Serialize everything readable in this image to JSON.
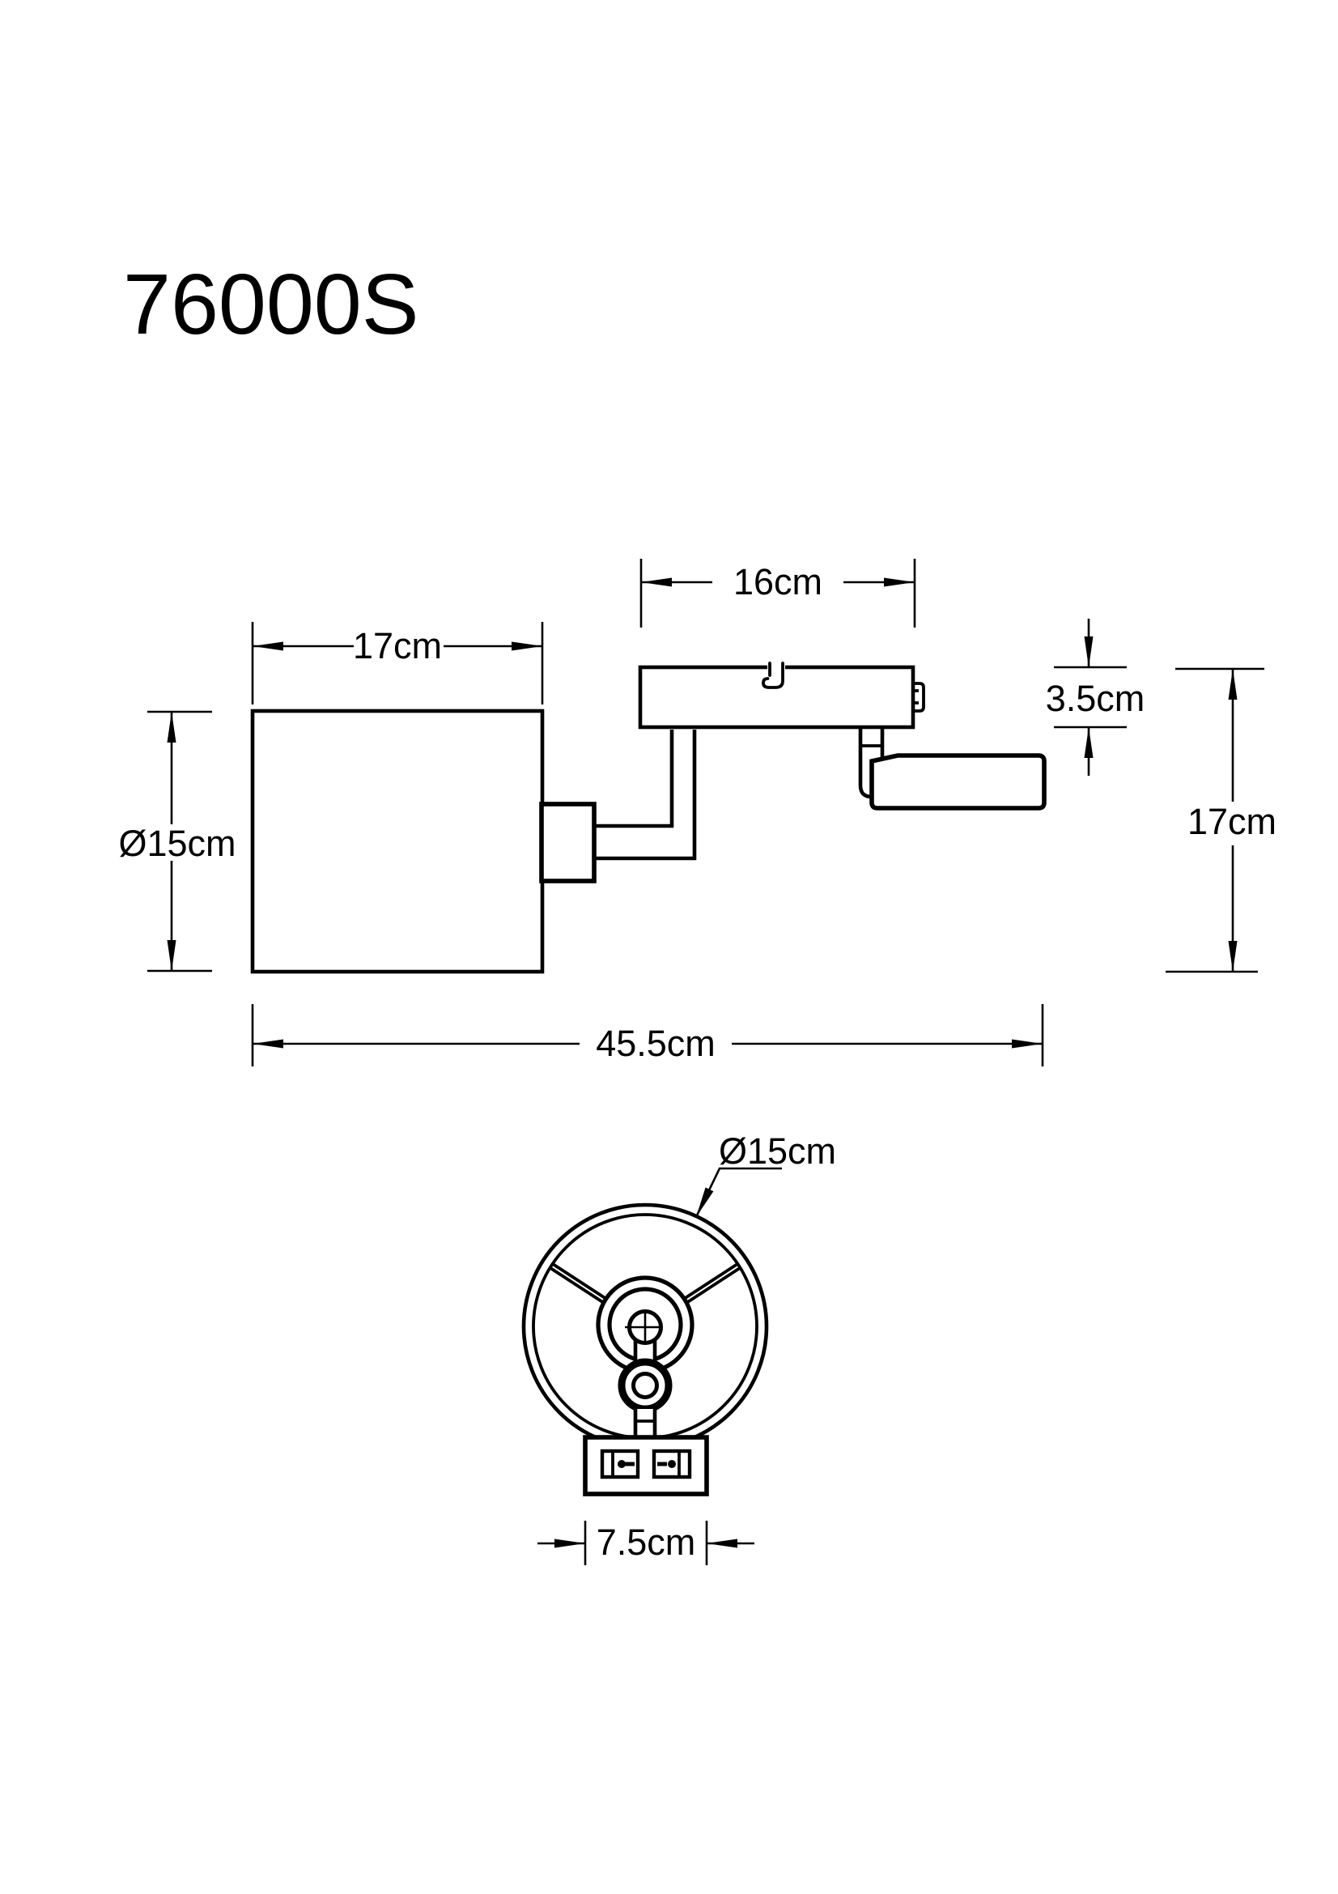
{
  "page": {
    "background": "#ffffff",
    "line_color": "#000000"
  },
  "title": "76000S",
  "side_view": {
    "name": "side view technical drawing",
    "dim_shade_width": "17cm",
    "dim_shade_diameter": "Ø15cm",
    "dim_canopy_width": "16cm",
    "dim_canopy_height": "3.5cm",
    "dim_overall_height": "17cm",
    "dim_overall_width": "45.5cm"
  },
  "bottom_view": {
    "name": "bottom view technical drawing",
    "dim_shade_diameter": "Ø15cm",
    "dim_base_width": "7.5cm"
  }
}
